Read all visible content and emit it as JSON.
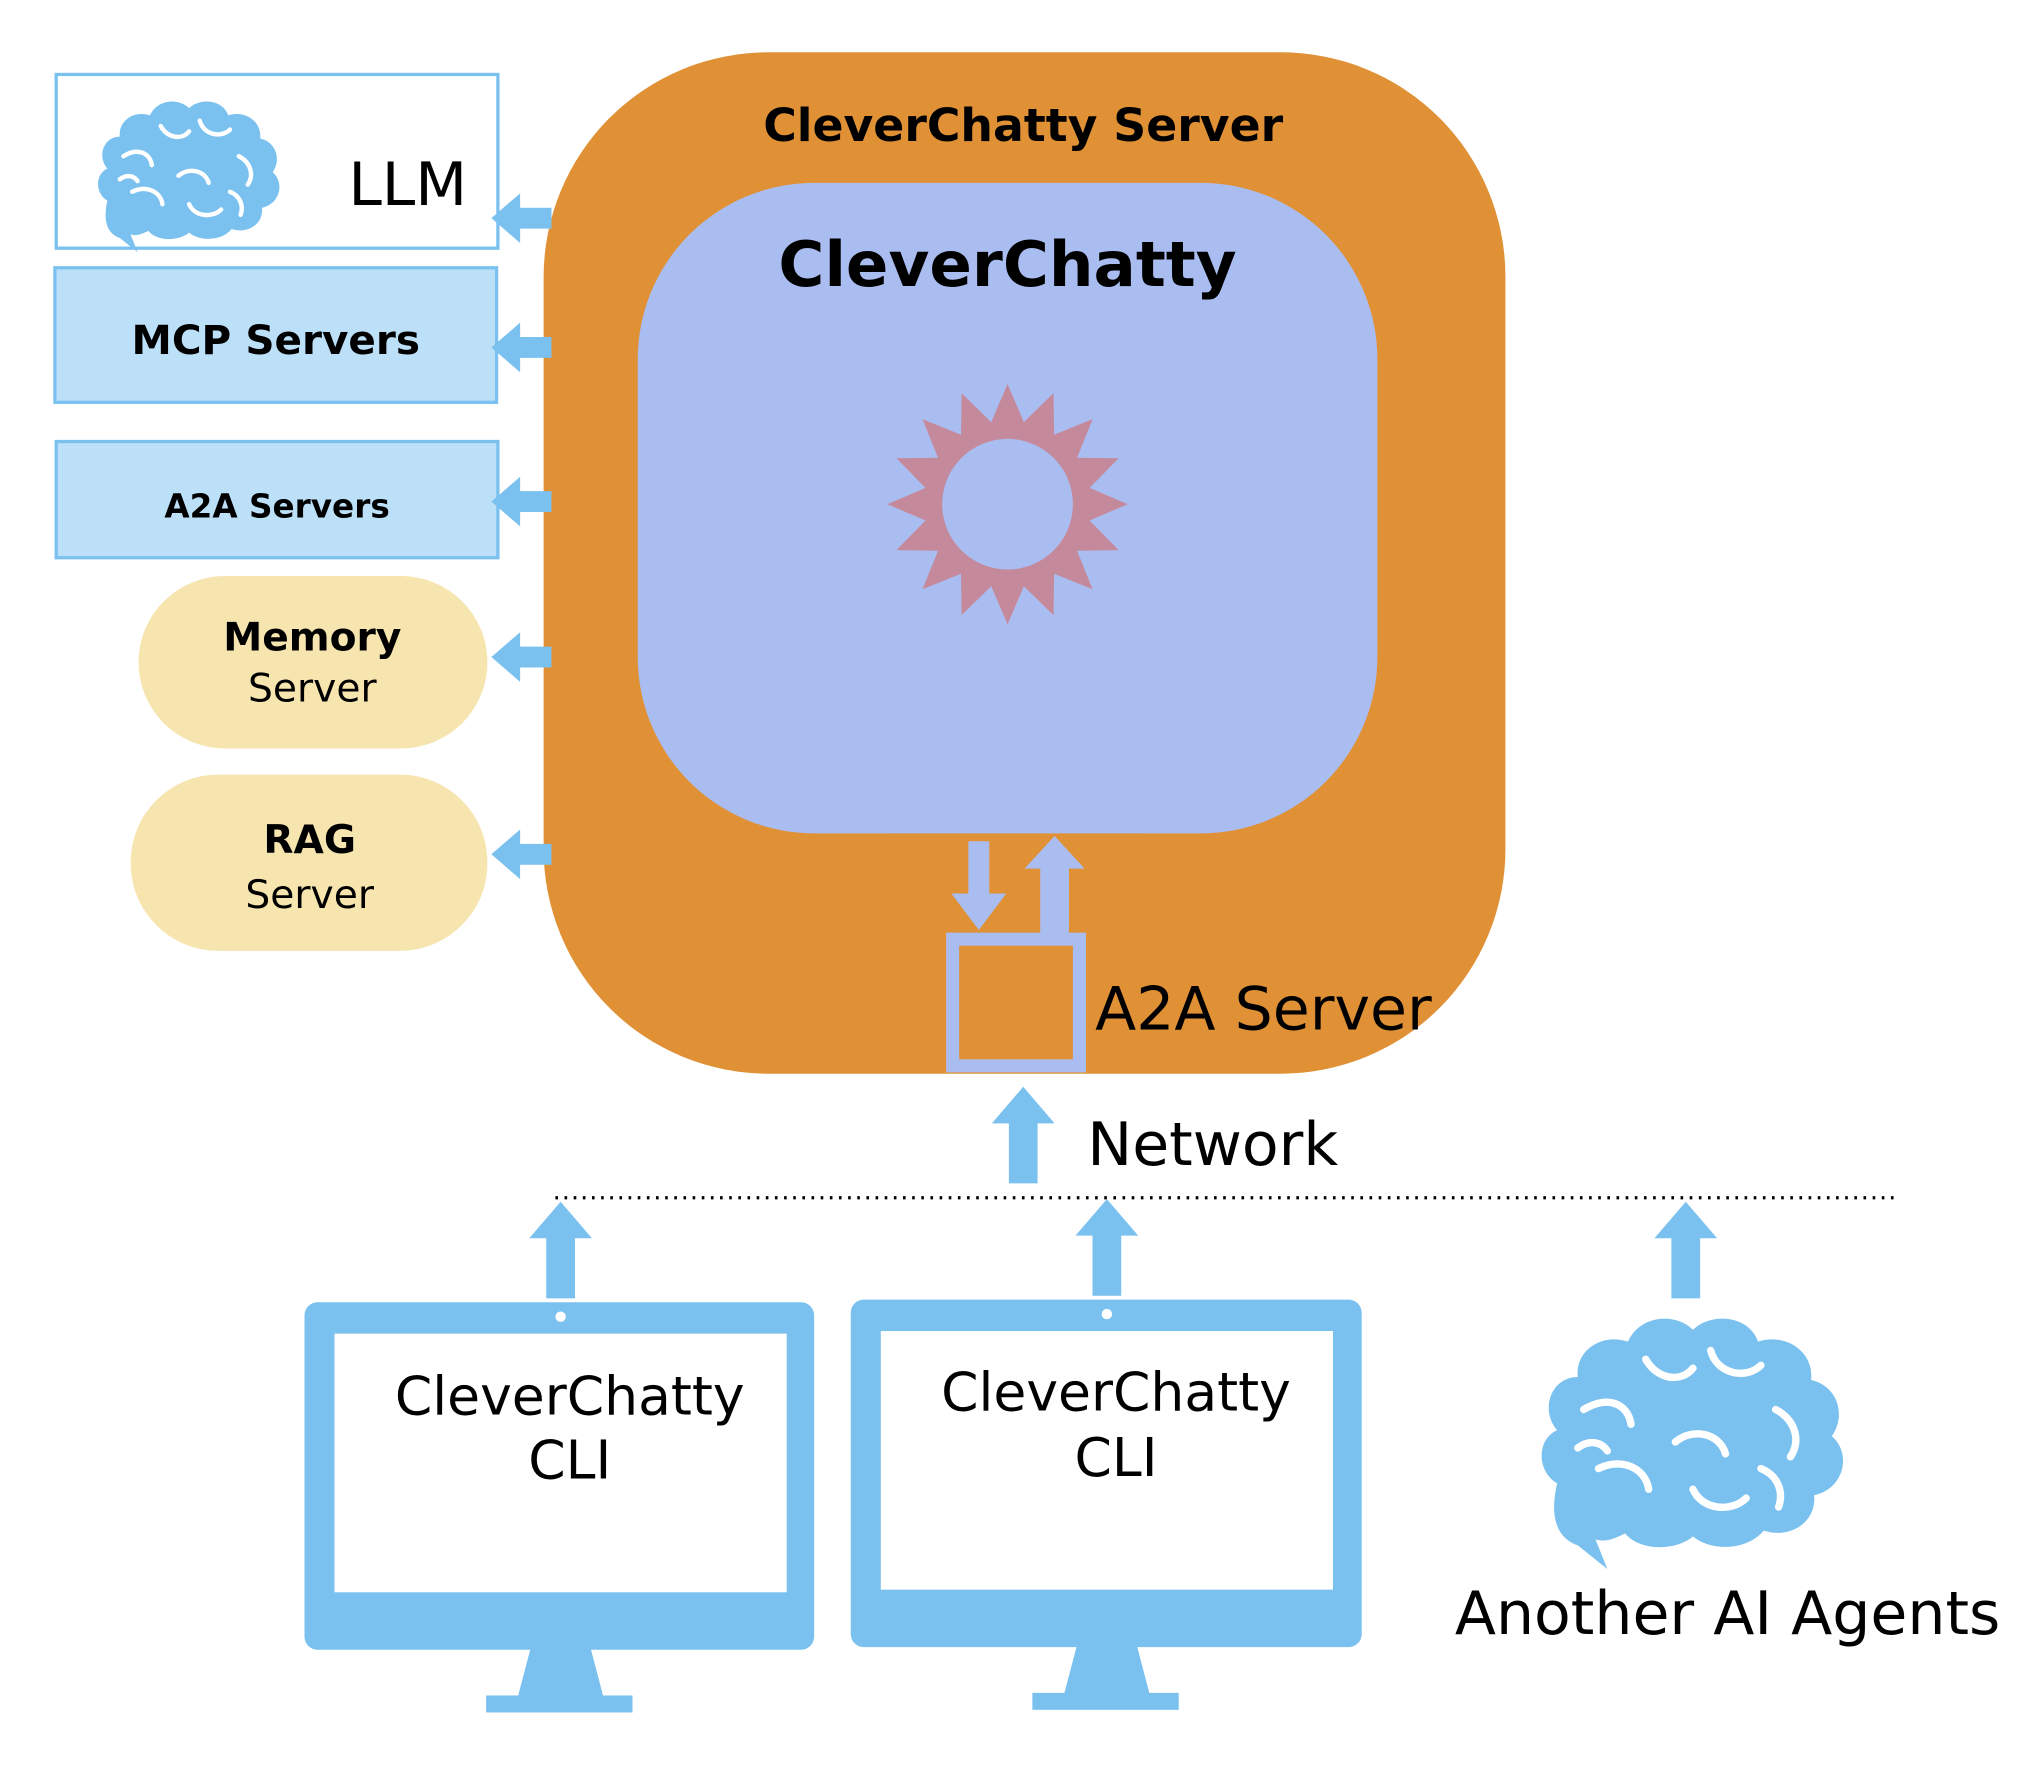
{
  "colors": {
    "orange": "#E09035",
    "lavender": "#AABDF0",
    "sky_blue": "#7AC1F0",
    "light_blue_box": "#BCE0F8",
    "yellow": "#F7E5B0",
    "gear": "#C48A9C",
    "white": "#ffffff",
    "text": "#000000"
  },
  "server": {
    "title": "CleverChatty Server",
    "core_title": "CleverChatty",
    "a2a_label": "A2A Server"
  },
  "services": {
    "llm": "LLM",
    "mcp": "MCP Servers",
    "a2a": "A2A Servers",
    "memory_line1": "Memory",
    "memory_line2": "Server",
    "rag_line1": "RAG",
    "rag_line2": "Server"
  },
  "network": {
    "label": "Network"
  },
  "clients": [
    {
      "line1": "CleverChatty",
      "line2": "CLI"
    },
    {
      "line1": "CleverChatty",
      "line2": "CLI"
    }
  ],
  "agents": {
    "label": "Another AI Agents"
  },
  "icons": {
    "brain": "brain-icon",
    "gear": "gear-icon",
    "monitor": "monitor-icon",
    "arrow": "arrow-icon"
  }
}
